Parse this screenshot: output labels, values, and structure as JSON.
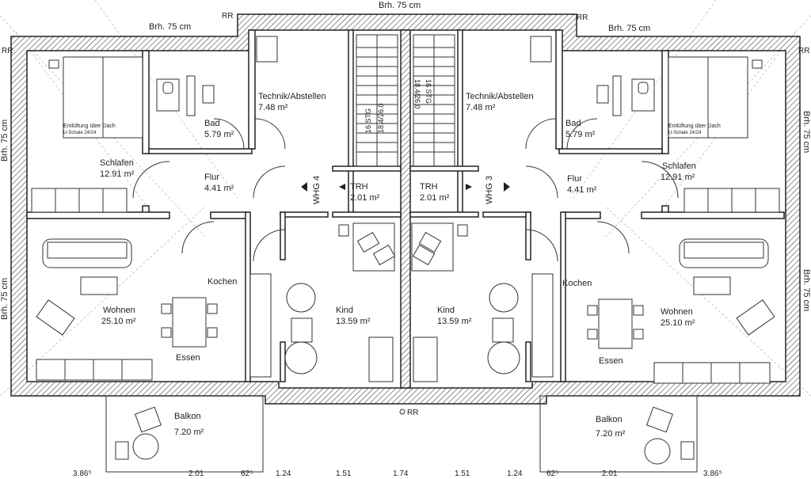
{
  "window_labels": {
    "top_center": "Brh. 75 cm",
    "top_left": "Brh. 75 cm",
    "top_right": "Brh. 75 cm",
    "side_left_upper": "Brh. 75 cm",
    "side_left_lower": "Brh. 75 cm",
    "side_right_upper": "Brh. 75 cm",
    "side_right_lower": "Brh. 75 cm"
  },
  "markers": {
    "rr_top_left": "RR",
    "rr_top_right": "RR",
    "rr_left": "RR",
    "rr_right": "RR",
    "rr_bottom": "RR"
  },
  "left_unit": {
    "name": "WHG 4",
    "schlafen": {
      "name": "Schlafen",
      "area": "12.91 m²"
    },
    "bad": {
      "name": "Bad",
      "area": "5.79 m²"
    },
    "technik": {
      "name": "Technik/Abstellen",
      "area": "7.48 m²"
    },
    "flur": {
      "name": "Flur",
      "area": "4.41 m²"
    },
    "trh": {
      "name": "TRH",
      "area": "2.01 m²"
    },
    "kochen": {
      "name": "Kochen"
    },
    "wohnen": {
      "name": "Wohnen",
      "area": "25.10 m²"
    },
    "essen": {
      "name": "Essen"
    },
    "kind": {
      "name": "Kind",
      "area": "13.59 m²"
    },
    "balkon": {
      "name": "Balkon",
      "area": "7.20 m²"
    },
    "vent_note": "Entlüftung über Dach",
    "vent_sub": "U-Schale 24/24",
    "stair_a": "16 STG",
    "stair_b": "18.4/26.0"
  },
  "right_unit": {
    "name": "WHG 3",
    "schlafen": {
      "name": "Schlafen",
      "area": "12.91 m²"
    },
    "bad": {
      "name": "Bad",
      "area": "5.79 m²"
    },
    "technik": {
      "name": "Technik/Abstellen",
      "area": "7.48 m²"
    },
    "flur": {
      "name": "Flur",
      "area": "4.41 m²"
    },
    "trh": {
      "name": "TRH",
      "area": "2.01 m²"
    },
    "kochen": {
      "name": "Kochen"
    },
    "wohnen": {
      "name": "Wohnen",
      "area": "25.10 m²"
    },
    "essen": {
      "name": "Essen"
    },
    "kind": {
      "name": "Kind",
      "area": "13.59 m²"
    },
    "balkon": {
      "name": "Balkon",
      "area": "7.20 m²"
    },
    "vent_note": "Entlüftung über Dach",
    "vent_sub": "U-Schale 24/24",
    "stair_a": "16 STG",
    "stair_b": "18.4/26.0"
  },
  "dimensions": [
    "3.86⁵",
    "2.01",
    "62⁵",
    "1.24",
    "1.51",
    "1.74",
    "1.51",
    "1.24",
    "62⁵",
    "2.01",
    "3.86⁵"
  ]
}
